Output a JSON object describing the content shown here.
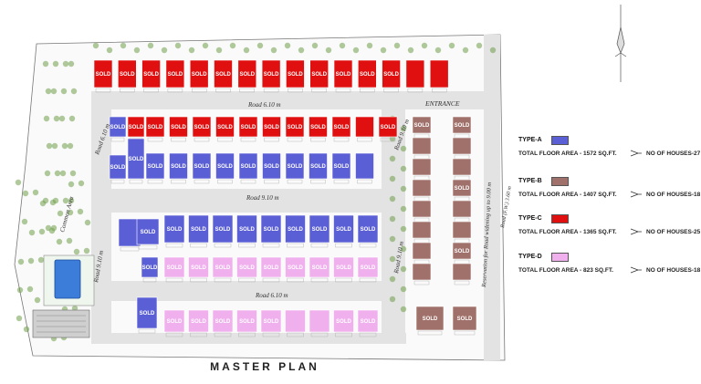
{
  "title": "MASTER PLAN",
  "entrance_label": "ENTRANCE",
  "common_area_label": "Common Area",
  "road_labels": {
    "top": "Road 6.10 m",
    "middle": "Road 9.10 m",
    "lower": "Road 6.10 m",
    "left_upper": "Road 6.10 m",
    "left_lower": "Road 9.10 m",
    "right_upper": "Road 9.10 m",
    "right_lower": "Road 9.10 m",
    "reservation": "Reservation for Road widening up to 9.00 m",
    "widening": "Road (F.W.) 3.60 m"
  },
  "sold_label": "SOLD",
  "colors": {
    "type_a": "#5b5fd6",
    "type_b": "#a0706a",
    "type_c": "#e01010",
    "type_d": "#f0b0ee",
    "road": "#e3e3e3",
    "tree": "#6f9f4a",
    "pool": "#3b7dd8"
  },
  "legend": [
    {
      "type": "TYPE-A",
      "area": "TOTAL FLOOR AREA - 1572 SQ.FT.",
      "houses": "NO OF HOUSES-27",
      "color": "#5b5fd6"
    },
    {
      "type": "TYPE-B",
      "area": "TOTAL FLOOR AREA - 1407 SQ.FT.",
      "houses": "NO OF HOUSES-18",
      "color": "#a0706a"
    },
    {
      "type": "TYPE-C",
      "area": "TOTAL FLOOR AREA - 1365 SQ.FT.",
      "houses": "NO OF HOUSES-25",
      "color": "#e01010"
    },
    {
      "type": "TYPE-D",
      "area": "TOTAL FLOOR AREA - 823 SQ.FT.",
      "houses": "NO OF HOUSES-18",
      "color": "#f0b0ee"
    }
  ]
}
